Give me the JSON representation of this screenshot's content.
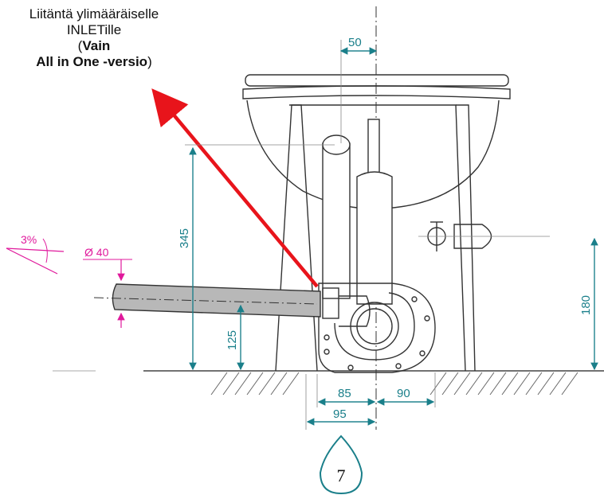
{
  "callout": {
    "line1": "Liitäntä ylimääräiselle",
    "line2": "INLETille",
    "paren_open": "(",
    "bold_a": "Vain",
    "bold_b": "All in One -versio",
    "paren_close": ")"
  },
  "dimensions": {
    "d50": "50",
    "d345": "345",
    "d125": "125",
    "d180": "180",
    "d85": "85",
    "d90": "90",
    "d95": "95"
  },
  "pipe": {
    "slope": "3%",
    "diameter": "Ø 40"
  },
  "step_number": "7",
  "colors": {
    "dimension": "#1a7f8a",
    "pink": "#e0199c",
    "arrow": "#e8141b",
    "pipe_fill": "#b8b8b8"
  }
}
